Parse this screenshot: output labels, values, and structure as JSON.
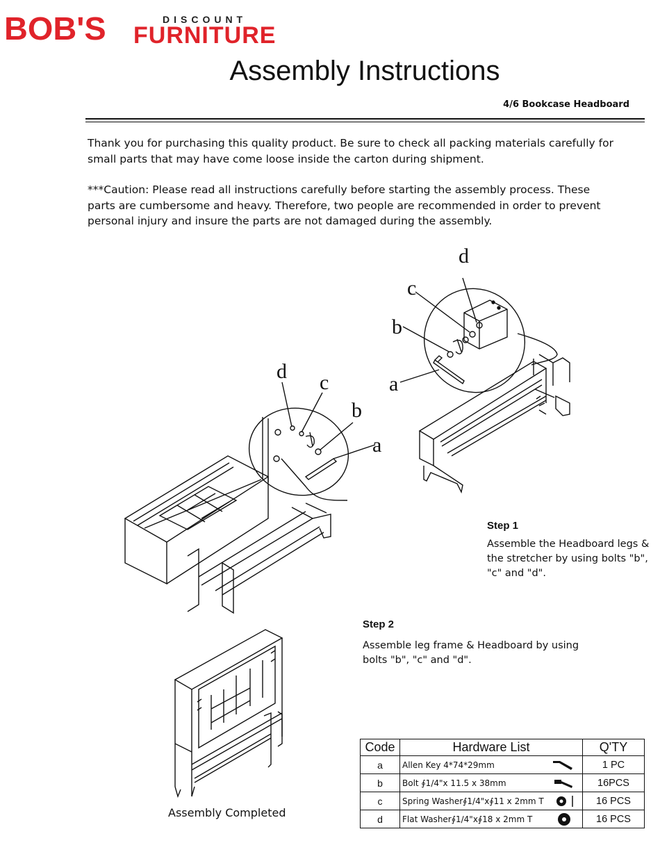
{
  "logo": {
    "main": "BOB'S",
    "discount": "DISCOUNT",
    "furniture": "FURNITURE"
  },
  "title": "Assembly  Instructions",
  "subtitle": "4/6 Bookcase Headboard",
  "intro": {
    "p1": "Thank you for purchasing this quality product. Be sure to check all packing materials carefully  for small parts that may have come loose inside the carton during shipment.",
    "p2": "***Caution: Please read all instructions carefully before starting the assembly process. These parts are cumbersome and heavy. Therefore, two people are recommended in order to prevent personal injury and insure the parts are not damaged during the assembly."
  },
  "diagram_labels": {
    "a": "a",
    "b": "b",
    "c": "c",
    "d": "d"
  },
  "step1": {
    "title": "Step 1",
    "text": "Assemble the Headboard legs & the stretcher by using bolts \"b\", \"c\" and \"d\"."
  },
  "step2": {
    "title": "Step 2",
    "text": "Assemble leg frame & Headboard by using bolts \"b\", \"c\" and \"d\"."
  },
  "completed_caption": "Assembly Completed",
  "hardware": {
    "headers": {
      "code": "Code",
      "list": "Hardware List",
      "qty": "Q'TY"
    },
    "rows": [
      {
        "code": "a",
        "name": "Allen Key 4*74*29mm",
        "qty": "1 PC",
        "icon": "allen-key-icon"
      },
      {
        "code": "b",
        "name": "Bolt ∮1/4\"x 11.5 x 38mm",
        "qty": "16PCS",
        "icon": "bolt-icon"
      },
      {
        "code": "c",
        "name": "Spring Washer∮1/4\"x∮11 x 2mm  T",
        "qty": "16 PCS",
        "icon": "spring-washer-icon"
      },
      {
        "code": "d",
        "name": "Flat Washer∮1/4\"x∮18 x 2mm T",
        "qty": "16 PCS",
        "icon": "flat-washer-icon"
      }
    ]
  }
}
